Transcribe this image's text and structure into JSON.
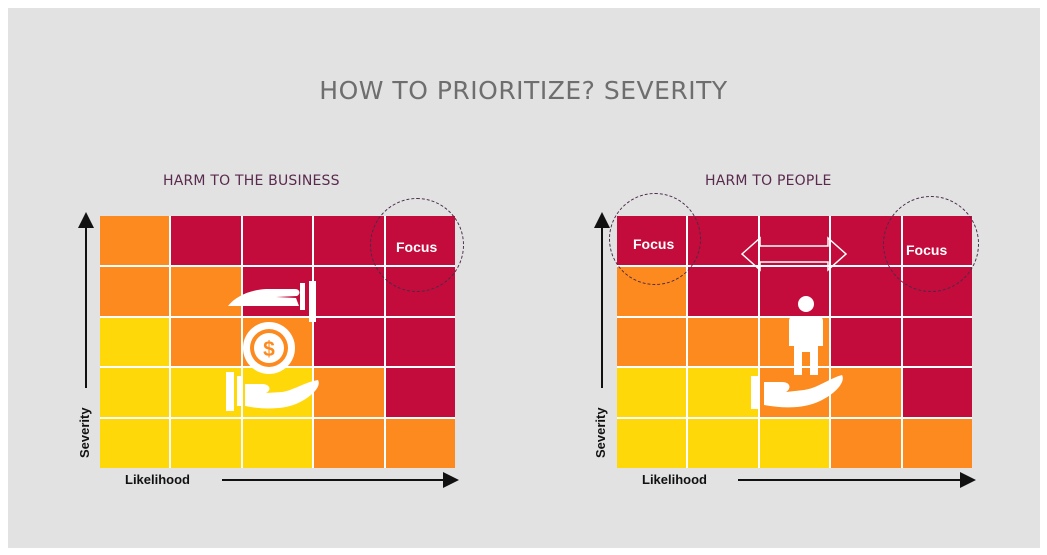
{
  "title": "HOW TO PRIORITIZE? SEVERITY",
  "colors": {
    "background": "#e2e2e2",
    "crimson": "#c30c3c",
    "orange": "#fd8a1e",
    "yellow": "#ffd80a",
    "title_color": "#6e6e6e",
    "panel_title_color": "#5a2a4e"
  },
  "panels": [
    {
      "title": "HARM TO THE BUSINESS",
      "x_axis_label": "Likelihood",
      "y_axis_label": "Severity",
      "focus_labels": [
        "Focus"
      ],
      "icon": "money-hands-icon",
      "grid": [
        [
          "orange",
          "crimson",
          "crimson",
          "crimson",
          "crimson"
        ],
        [
          "orange",
          "orange",
          "crimson",
          "crimson",
          "crimson"
        ],
        [
          "yellow",
          "orange",
          "orange",
          "crimson",
          "crimson"
        ],
        [
          "yellow",
          "yellow",
          "yellow",
          "orange",
          "crimson"
        ],
        [
          "yellow",
          "yellow",
          "yellow",
          "orange",
          "orange"
        ]
      ]
    },
    {
      "title": "HARM TO PEOPLE",
      "x_axis_label": "Likelihood",
      "y_axis_label": "Severity",
      "focus_labels": [
        "Focus",
        "Focus"
      ],
      "icon": "person-in-hand-icon",
      "grid": [
        [
          "crimson",
          "crimson",
          "crimson",
          "crimson",
          "crimson"
        ],
        [
          "orange",
          "crimson",
          "crimson",
          "crimson",
          "crimson"
        ],
        [
          "orange",
          "orange",
          "orange",
          "crimson",
          "crimson"
        ],
        [
          "yellow",
          "yellow",
          "orange",
          "orange",
          "crimson"
        ],
        [
          "yellow",
          "yellow",
          "yellow",
          "orange",
          "orange"
        ]
      ]
    }
  ]
}
